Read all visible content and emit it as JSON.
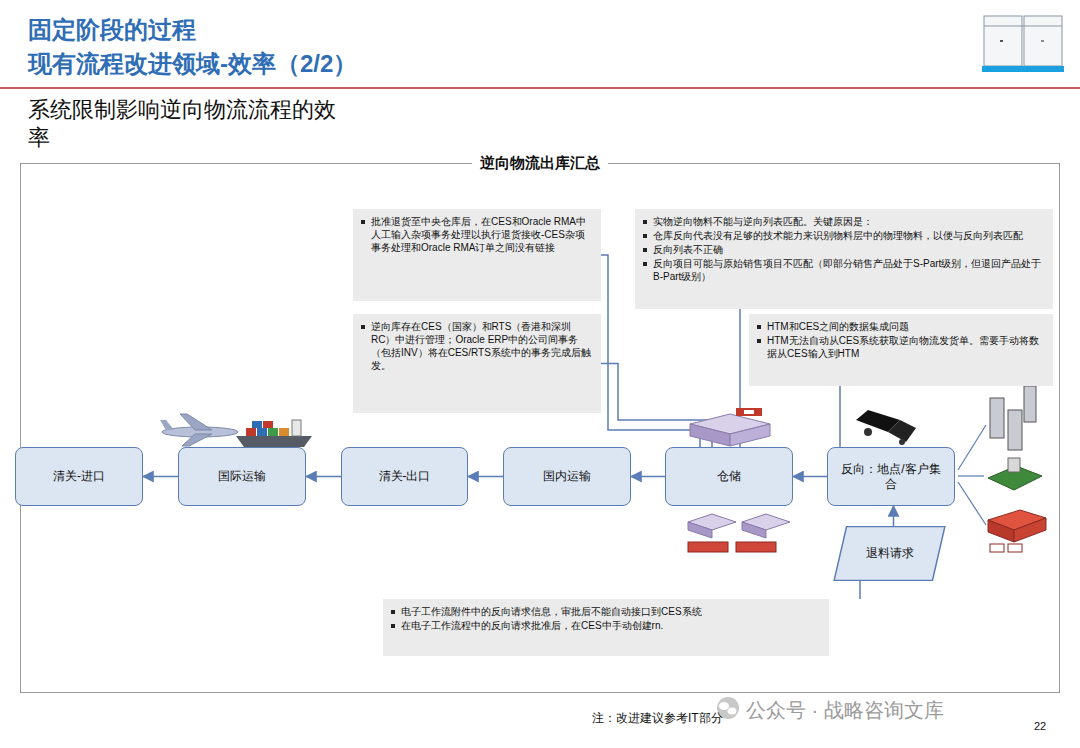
{
  "diagram": {
    "title": "固定阶段的过程",
    "nodes": [
      {
        "text": [
          "逆向物流出库汇总"
        ]
      },
      {
        "text": [
          "批准退货至中央仓库后，在CES和Oracle RMA中人工输入杂项事务处理以执行退货接收-CES杂项事务处理和Oracle RMA订单之间没有链接"
        ],
        "in": 0
      },
      {
        "text": [
          "实物逆向物料不能与逆向列表匹配。关键原因是：",
          "仓库反向代表没有足够的技术能力来识别物料层中的物理物料，以便与反向列表匹配",
          "反向列表不正确",
          "反向项目可能与原始销售项目不匹配（即部分销售产品处于S-Part级别，但退回产品处于B-Part级别）"
        ],
        "in": 0
      },
      {
        "text": [
          "逆向库存在CES（国家）和RTS（香港和深圳RC）中进行管理；Oracle ERP中的公司间事务（包括INV）将在CES/RTS系统中的事务完成后触发。"
        ],
        "in": 0
      },
      {
        "text": [
          "HTM和CES之间的数据集成问题",
          "HTM无法自动从CES系统获取逆向物流发货单。需要手动将数据从CES输入到HTM"
        ],
        "in": 0
      },
      {
        "text": [
          "清关-进口"
        ],
        "in": 0
      },
      {
        "text": [
          "国际运输"
        ],
        "in": 0
      },
      {
        "text": [
          "清关-出口"
        ],
        "in": 0
      },
      {
        "text": [
          "国内运输"
        ],
        "in": 0
      },
      {
        "text": [
          "仓储"
        ],
        "in": 0
      },
      {
        "text": [
          "反向：地点/客户集合"
        ],
        "in": 0
      },
      {
        "text": [
          "退料请求"
        ],
        "in": 0
      },
      {
        "text": [
          "电子工作流附件中的反向请求信息，审批后不能自动接口到CES系统",
          "在电子工作流程中的反向请求批准后，在CES中手动创建rn."
        ],
        "in": 0
      }
    ],
    "edges": [
      {
        "from": 10,
        "to": 9,
        "arrow": "to"
      },
      {
        "from": 9,
        "to": 8,
        "arrow": "to"
      },
      {
        "from": 8,
        "to": 7,
        "arrow": "to"
      },
      {
        "from": 7,
        "to": 6,
        "arrow": "to"
      },
      {
        "from": 6,
        "to": 5,
        "arrow": "to"
      },
      {
        "from": 11,
        "to": 10,
        "arrow": "to"
      },
      {
        "from": 1,
        "to": 9,
        "arrow": "none"
      },
      {
        "from": 3,
        "to": 9,
        "arrow": "none"
      },
      {
        "from": 2,
        "to": 9,
        "arrow": "none"
      },
      {
        "from": 4,
        "to": 10,
        "arrow": "none"
      },
      {
        "from": 12,
        "to": 11,
        "arrow": "none"
      }
    ],
    "labels": [
      "现有流程改进领域-效率（2/2）",
      "系统限制影响逆向物流流程的效率",
      "注：改进建议参考IT部分",
      "公众号 · 战略咨询文库",
      "22"
    ]
  }
}
